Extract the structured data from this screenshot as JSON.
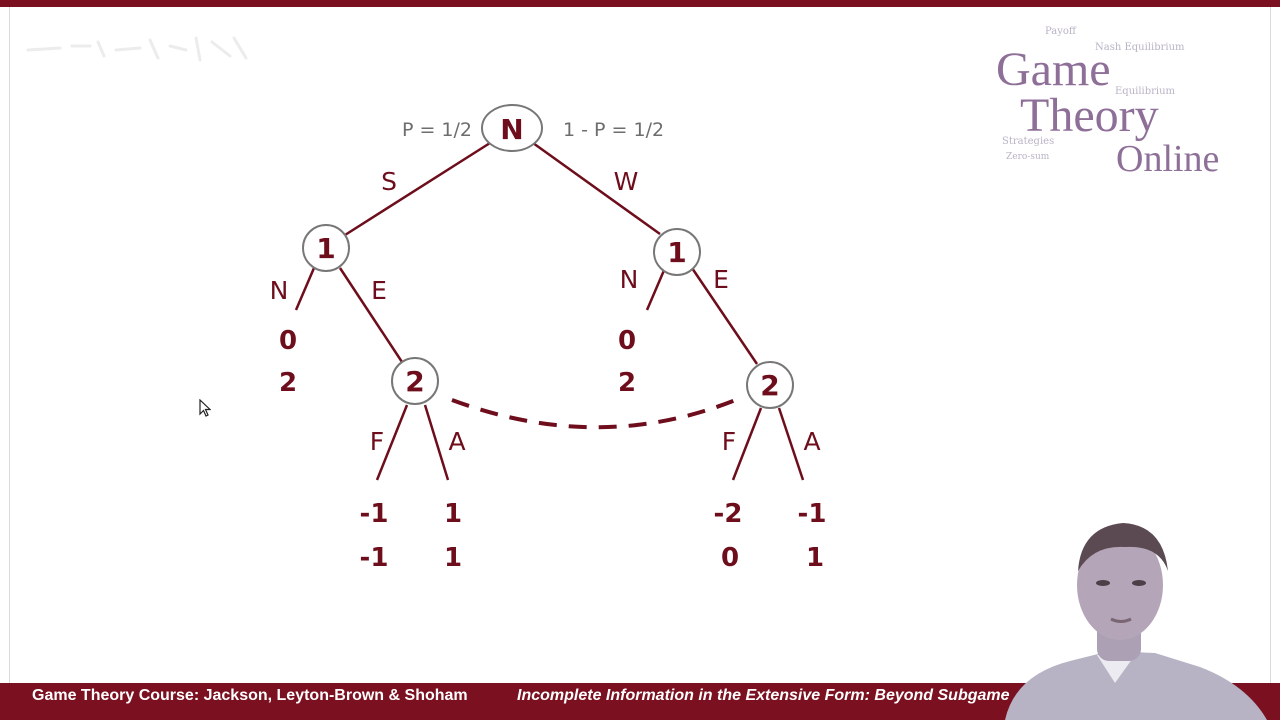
{
  "logo": {
    "line1": "Game",
    "line2": "Theory",
    "line3": "Online",
    "cloud_words": [
      "Payoff",
      "Nash Equilibrium",
      "Equilibrium",
      "Strategies",
      "Zero-sum"
    ]
  },
  "tree": {
    "root": {
      "label": "N",
      "prob_left": "P = 1/2",
      "prob_right": "1 - P = 1/2",
      "action_left": "S",
      "action_right": "W"
    },
    "left_p1": {
      "label": "1",
      "action_n": "N",
      "action_e": "E",
      "payoff_n": [
        "0",
        "2"
      ]
    },
    "right_p1": {
      "label": "1",
      "action_n": "N",
      "action_e": "E",
      "payoff_n": [
        "0",
        "2"
      ]
    },
    "left_p2": {
      "label": "2",
      "action_f": "F",
      "action_a": "A",
      "payoff_f": [
        "-1",
        "-1"
      ],
      "payoff_a": [
        "1",
        "1"
      ]
    },
    "right_p2": {
      "label": "2",
      "action_f": "F",
      "action_a": "A",
      "payoff_f": [
        "-2",
        "0"
      ],
      "payoff_a": [
        "-1",
        "1"
      ]
    }
  },
  "footer": {
    "course": "Game Theory Course: Jackson, Leyton-Brown & Shoham",
    "lecture": "Incomplete Information in the Extensive Form: Beyond Subgame"
  },
  "colors": {
    "accent": "#7a1020",
    "node_text": "#6e0d1b",
    "logo": "#8e6f98"
  },
  "icons": [
    "mouse-pointer-icon"
  ]
}
